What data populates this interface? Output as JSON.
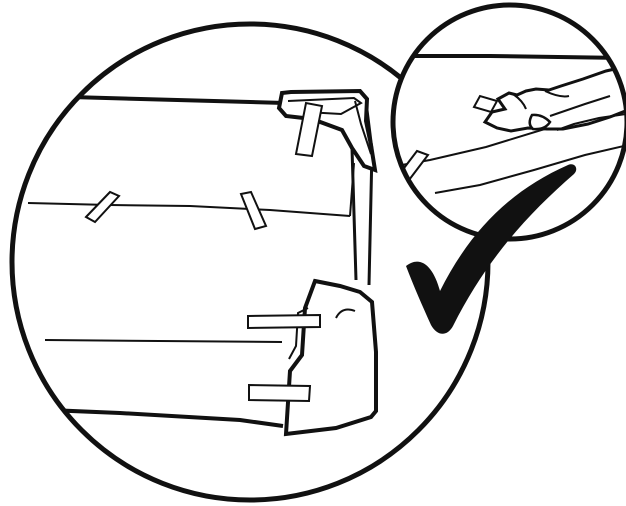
{
  "illustration": {
    "type": "line-drawing",
    "subject": "taped-paper-edge-instruction",
    "icons": [
      "main-detail-circle",
      "magnified-inset-circle",
      "check-mark-icon"
    ],
    "colors": {
      "ink": "#111111",
      "paper": "#ffffff",
      "tape": "#ffffff"
    },
    "status": "correct"
  }
}
